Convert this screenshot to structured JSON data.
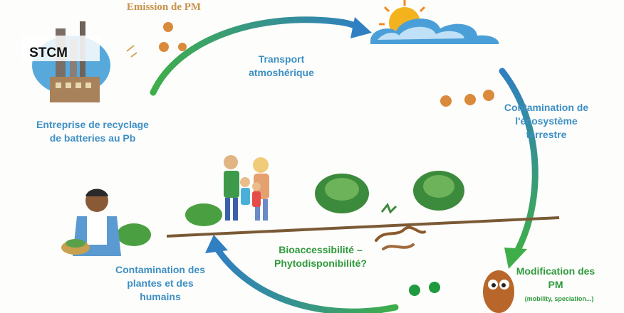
{
  "labels": {
    "emission": "Emission de PM",
    "stcm": "STCM",
    "transport": "Transport\natmoshérique",
    "entreprise": "Entreprise de recyclage\nde batteries au Pb",
    "contamination_eco": "Contamination de\nl'écosystème\nterrestre",
    "bioaccess": "Bioaccessibilité –\nPhytodisponibilité?",
    "contamination_plantes": "Contamination des\nplantes et des\nhumains",
    "modification": "Modification des\nPM",
    "modification_sub": "(mobility, speciation...)"
  },
  "colors": {
    "arrow_green": "#3fae49",
    "arrow_blue": "#2f7fc2",
    "label_blue": "#3d8fc4",
    "label_green": "#2f9a3c",
    "particle_orange": "#d98a3a",
    "particle_green": "#1f9a3e"
  },
  "icons": [
    "factory-icon",
    "sun-cloud-icon",
    "family-icon",
    "cabbage-icon",
    "worm-icon",
    "gardener-icon",
    "mascot-icon"
  ]
}
